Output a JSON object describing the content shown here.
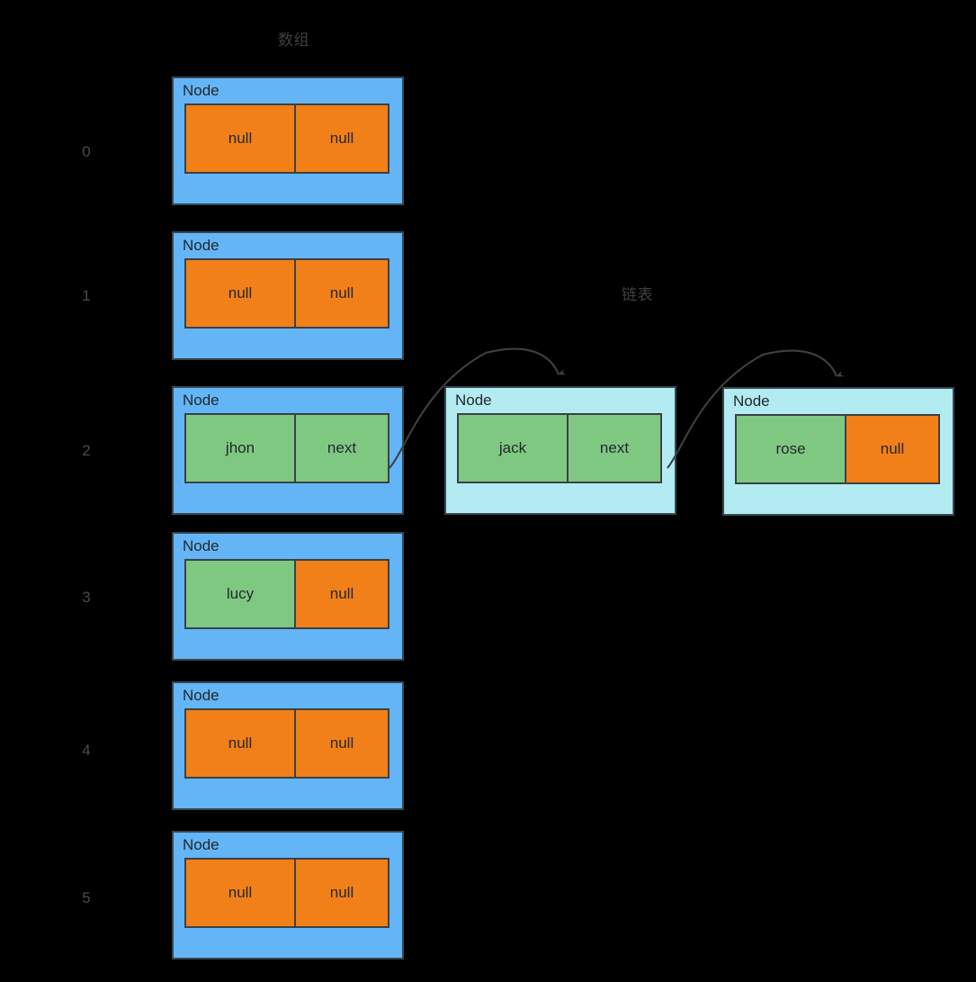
{
  "diagram": {
    "type": "data-structure-diagram",
    "background_color": "#000000",
    "captions": {
      "array": "数组",
      "linked_list": "链表"
    },
    "colors": {
      "array_node_bg": "#64b5f6",
      "list_node_bg": "#b2ebf2",
      "null_cell": "#f28019",
      "value_cell": "#7fc882",
      "border": "#37474f",
      "arrow": "#3c4144",
      "index_text": "#4a4a4a",
      "caption_text": "#3f3f3f"
    },
    "node_title": "Node",
    "array": {
      "label": "数组",
      "indices": [
        "0",
        "1",
        "2",
        "3",
        "4",
        "5"
      ],
      "buckets": [
        {
          "index": "0",
          "title": "Node",
          "cells": [
            {
              "text": "null",
              "kind": "null"
            },
            {
              "text": "null",
              "kind": "null"
            }
          ]
        },
        {
          "index": "1",
          "title": "Node",
          "cells": [
            {
              "text": "null",
              "kind": "null"
            },
            {
              "text": "null",
              "kind": "null"
            }
          ]
        },
        {
          "index": "2",
          "title": "Node",
          "cells": [
            {
              "text": "jhon",
              "kind": "value"
            },
            {
              "text": "next",
              "kind": "value"
            }
          ]
        },
        {
          "index": "3",
          "title": "Node",
          "cells": [
            {
              "text": "lucy",
              "kind": "value"
            },
            {
              "text": "null",
              "kind": "null"
            }
          ]
        },
        {
          "index": "4",
          "title": "Node",
          "cells": [
            {
              "text": "null",
              "kind": "null"
            },
            {
              "text": "null",
              "kind": "null"
            }
          ]
        },
        {
          "index": "5",
          "title": "Node",
          "cells": [
            {
              "text": "null",
              "kind": "null"
            },
            {
              "text": "null",
              "kind": "null"
            }
          ]
        }
      ]
    },
    "linked_list": {
      "label": "链表",
      "nodes": [
        {
          "title": "Node",
          "cells": [
            {
              "text": "jack",
              "kind": "value"
            },
            {
              "text": "next",
              "kind": "value"
            }
          ]
        },
        {
          "title": "Node",
          "cells": [
            {
              "text": "rose",
              "kind": "value"
            },
            {
              "text": "null",
              "kind": "null"
            }
          ]
        }
      ]
    },
    "arrows": [
      {
        "from": "array-bucket-2-next",
        "to": "list-node-jack"
      },
      {
        "from": "list-node-jack-next",
        "to": "list-node-rose"
      }
    ]
  }
}
